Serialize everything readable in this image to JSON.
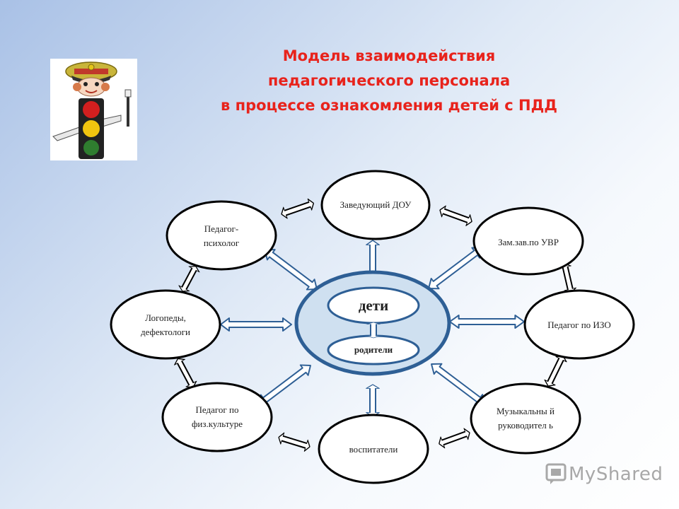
{
  "title": {
    "line1": "Модель взаимодействия",
    "line2": "педагогического персонала",
    "line3": "в процессе ознакомления детей с ПДД"
  },
  "center": {
    "inner_top": "дети",
    "inner_bottom": "родители"
  },
  "nodes": {
    "head": "Заведующий ДОУ",
    "deputy": "Зам.зав.по УВР",
    "art": "Педагог по ИЗО",
    "music": "Музыкальны й руководител ь",
    "teachers": "воспитатели",
    "pe": "Педагог по физ.культуре",
    "speech": "Логопеды, дефектологи",
    "psych": "Педагог- психолог"
  },
  "watermark": "MyShared",
  "colors": {
    "title": "#e8231c",
    "center_fill": "#cfe0f0",
    "center_stroke": "#2e5f95",
    "node_stroke": "#000000",
    "arrow_stroke": "#2e5f95"
  },
  "icons": {
    "logo": "traffic-light-officer-icon",
    "watermark": "myshared-logo-icon"
  }
}
